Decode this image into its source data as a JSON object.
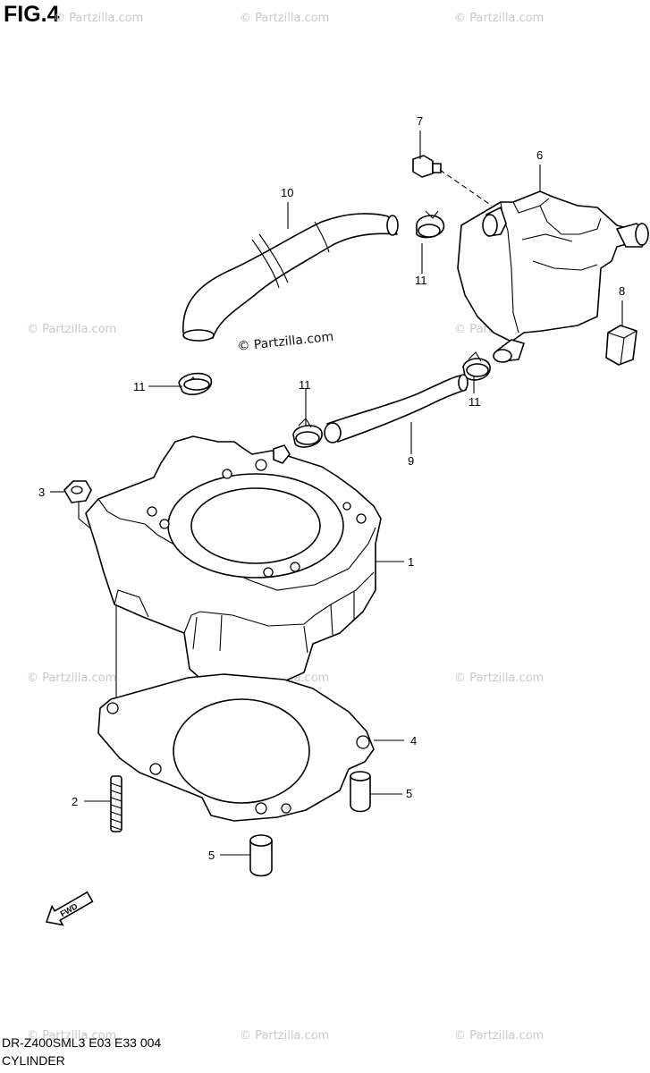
{
  "figure": {
    "title": "FIG.4",
    "model_code": "DR-Z400SML3  E03  E33  004",
    "section_name": "CYLINDER"
  },
  "watermark": {
    "faint_text": "© Partzilla.com",
    "center_text": "© Partzilla.com"
  },
  "callouts": {
    "c1": "1",
    "c2": "2",
    "c3": "3",
    "c4": "4",
    "c5a": "5",
    "c5b": "5",
    "c6": "6",
    "c7": "7",
    "c8": "8",
    "c9": "9",
    "c10": "10",
    "c11a": "11",
    "c11b": "11",
    "c11c": "11",
    "c11d": "11"
  },
  "fwd_badge": {
    "label": "FWD",
    "icon": "fwd-arrow-icon"
  }
}
